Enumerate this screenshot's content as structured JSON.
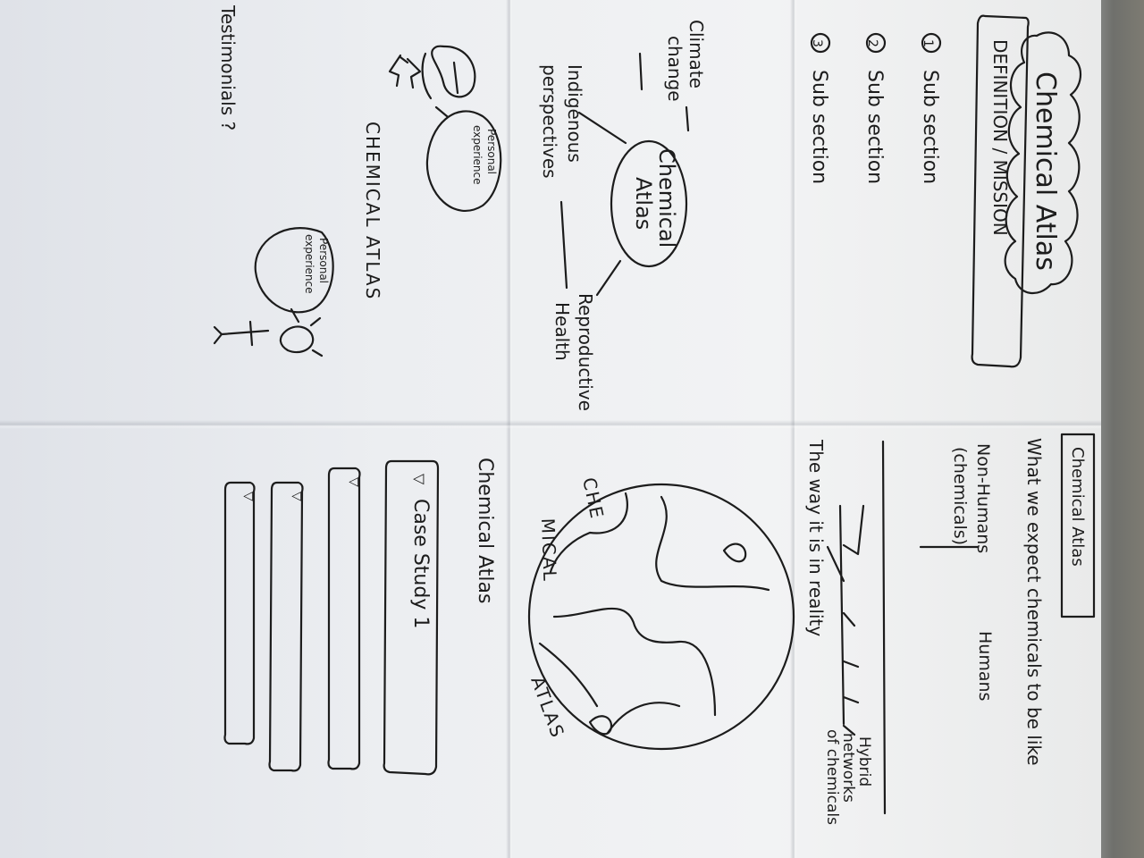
{
  "sketch": {
    "header_cloud": "Chemical Atlas",
    "definition_bar": "DEFINITION / MISSION",
    "subsections": [
      {
        "number": "1",
        "label": "Sub section"
      },
      {
        "number": "2",
        "label": "Sub section"
      },
      {
        "number": "3",
        "label": "Sub section"
      }
    ],
    "mindmap": {
      "center": [
        "Chemical",
        "Atlas"
      ],
      "climate": [
        "Climate",
        "change"
      ],
      "indigenous": [
        "Indigenous",
        "perspectives"
      ],
      "reproductive": [
        "Reproductive",
        "Health"
      ]
    },
    "personal_bubbles": [
      [
        "Personal",
        "experience"
      ],
      [
        "Personal",
        "experience"
      ]
    ],
    "chemical_atlas_caps": "CHEMICAL ATLAS",
    "testimonials": "Testimonials ?",
    "right_panel": {
      "tag": "Chemical Atlas",
      "expectation": "What we expect chemicals to be like",
      "non_humans": [
        "Non-Humans",
        "(chemicals)"
      ],
      "humans": "Humans",
      "reality": "The way it is in reality",
      "hybrid": [
        "Hybrid",
        "networks",
        "of chemicals"
      ]
    },
    "globe_text": [
      "CHE",
      "MICAL",
      "ATLAS"
    ],
    "globe_title": "Chemical Atlas",
    "case_study_label": "Case Study 1",
    "case_marker": "▽",
    "colors": {
      "ink": "#1c1c1c",
      "paper": "#eef0f2",
      "background": "#7a7b76"
    }
  }
}
